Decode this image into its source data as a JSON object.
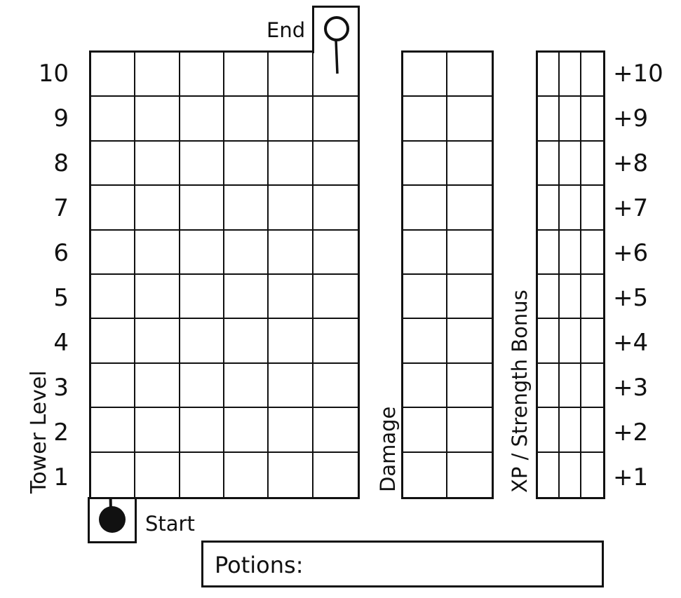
{
  "markers": {
    "start_label": "Start",
    "end_label": "End"
  },
  "tower": {
    "axis_label": "Tower Level",
    "levels": [
      "10",
      "9",
      "8",
      "7",
      "6",
      "5",
      "4",
      "3",
      "2",
      "1"
    ],
    "columns": 6
  },
  "damage": {
    "label": "Damage",
    "columns": 2,
    "rows": 10
  },
  "xp": {
    "label": "XP / Strength Bonus",
    "bonuses": [
      "+10",
      "+9",
      "+8",
      "+7",
      "+6",
      "+5",
      "+4",
      "+3",
      "+2",
      "+1"
    ],
    "columns": 3
  },
  "potions": {
    "label": "Potions:"
  }
}
